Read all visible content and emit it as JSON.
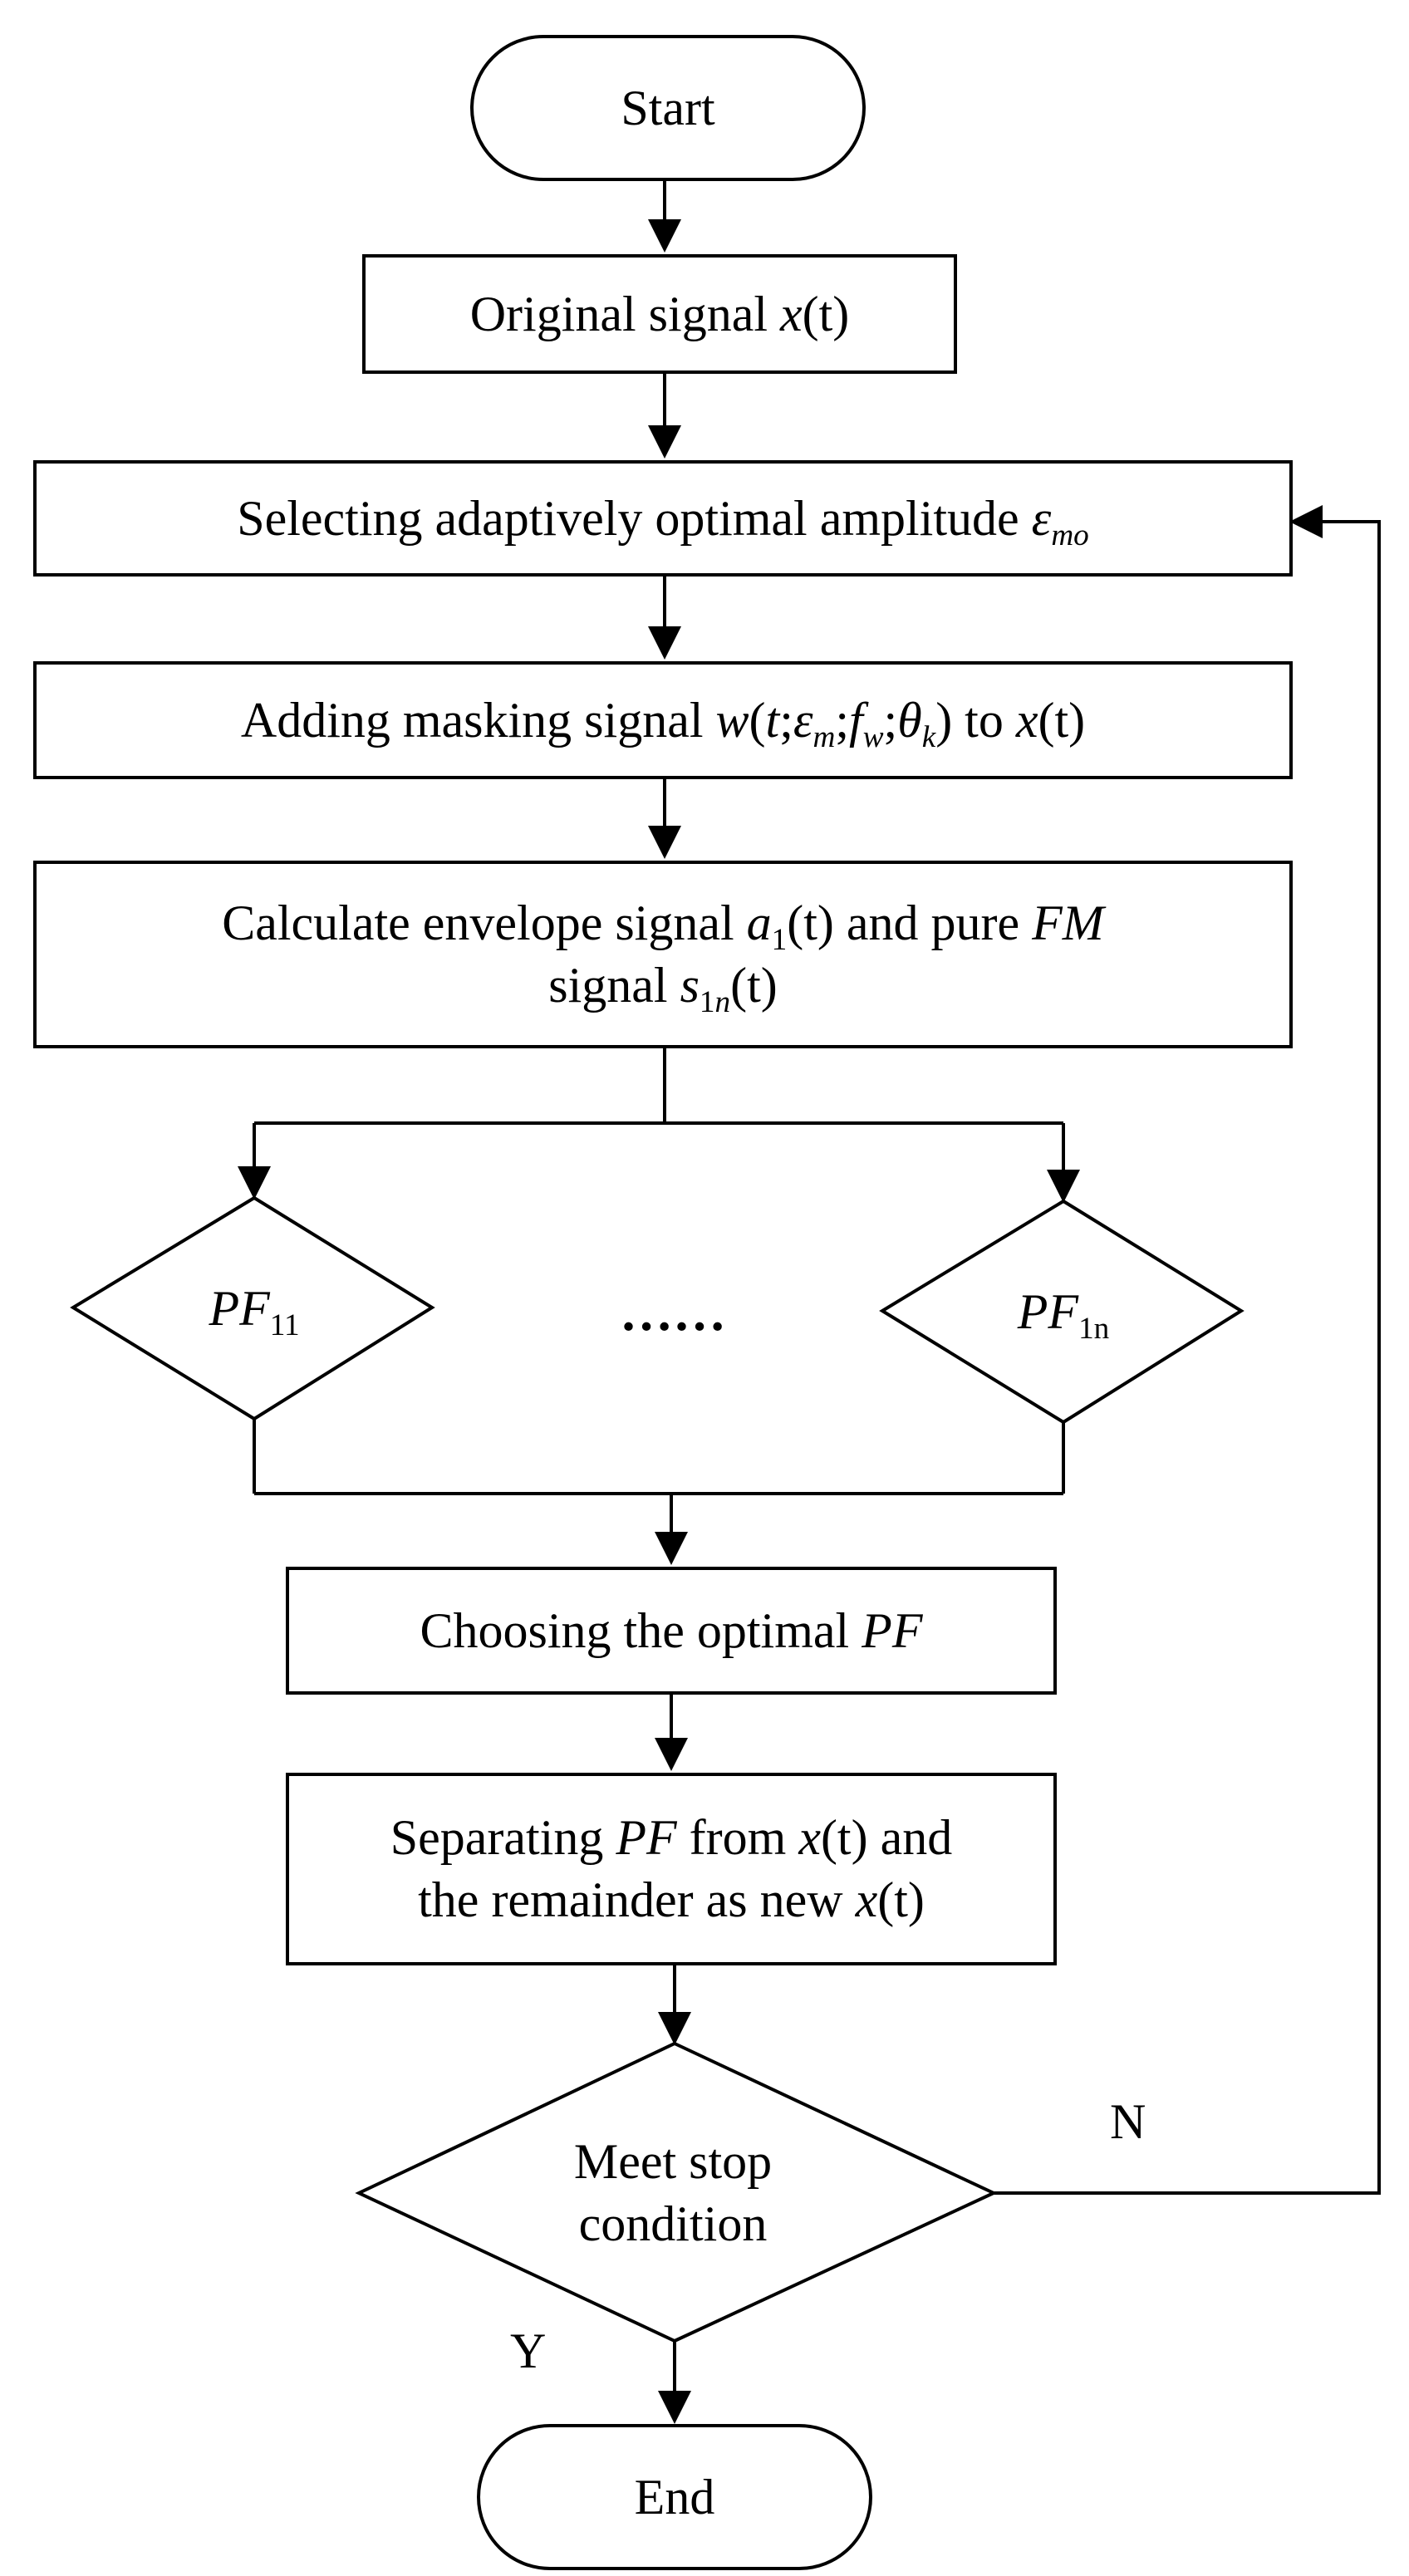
{
  "flow": {
    "start": "Start",
    "original": {
      "pre": "Original signal ",
      "x": "x",
      "t": "(t)"
    },
    "selecting": {
      "pre": "Selecting adaptively optimal amplitude ",
      "eps": "ε",
      "sub": "mo"
    },
    "adding": {
      "pre": "Adding masking signal ",
      "w": "w",
      "p1": "(",
      "t": "t",
      "s1": ";",
      "eps": "ε",
      "eps_sub": "m",
      "s2": ";",
      "f": "f",
      "f_sub": "w",
      "s3": ";",
      "theta": "θ",
      "theta_sub": "k",
      "p2": ") to ",
      "x": "x",
      "t2": "(t)"
    },
    "calculate": {
      "pre": "Calculate envelope signal ",
      "a": "a",
      "a_sub": "1",
      "a_t": "(t)",
      "mid": " and pure ",
      "fm": "FM",
      "line2": "signal ",
      "s": "s",
      "s_sub1": "1",
      "s_sub2": "n",
      "s_t": "(t)"
    },
    "pf11": {
      "pf": "PF",
      "sub": "11"
    },
    "dots": "……",
    "pf1n": {
      "pf": "PF",
      "sub": "1n"
    },
    "choosing": {
      "pre": "Choosing the optimal ",
      "pf": "PF"
    },
    "separating": {
      "pre": "Separating ",
      "pf": "PF",
      "mid": " from ",
      "x": "x",
      "t": "(t)",
      "post": " and",
      "line2": "the remainder as new ",
      "x2": "x",
      "t2": "(t)"
    },
    "stop": {
      "line1": "Meet stop",
      "line2": "condition"
    },
    "no_label": "N",
    "yes_label": "Y",
    "end": "End"
  }
}
